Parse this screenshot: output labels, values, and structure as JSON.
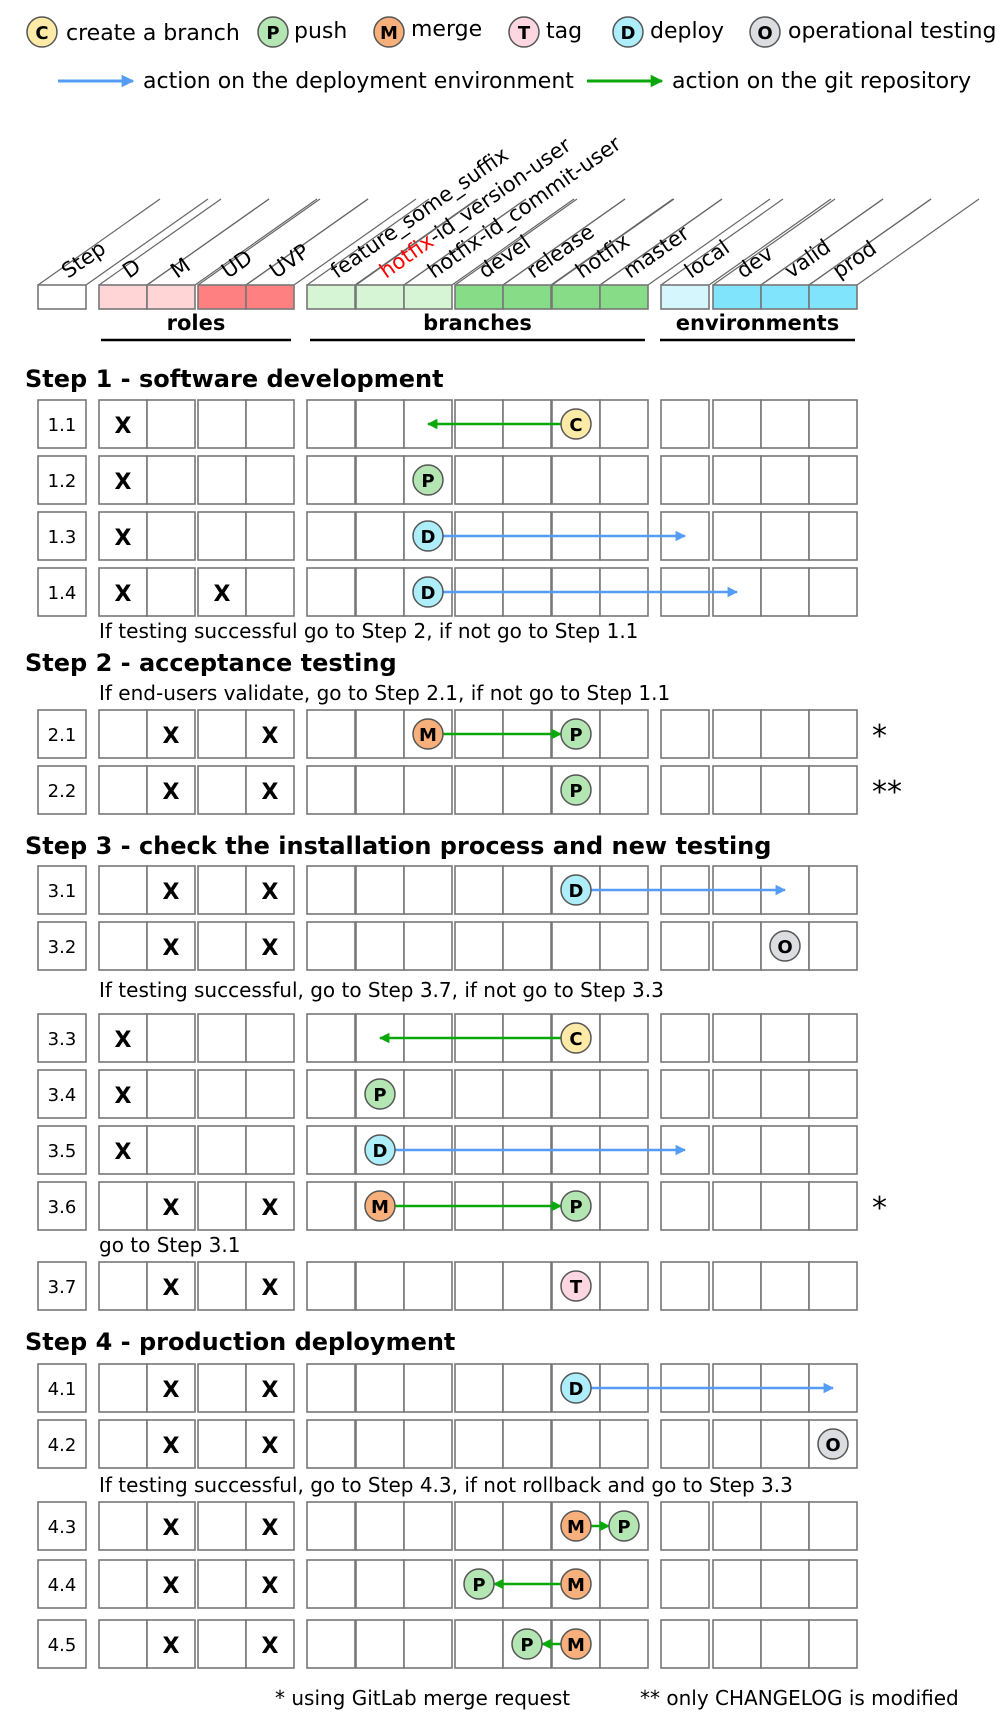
{
  "legend": {
    "badges": [
      {
        "letter": "C",
        "label": "create a branch",
        "kind": "create"
      },
      {
        "letter": "P",
        "label": "push",
        "kind": "push"
      },
      {
        "letter": "M",
        "label": "merge",
        "kind": "merge"
      },
      {
        "letter": "T",
        "label": "tag",
        "kind": "tag"
      },
      {
        "letter": "D",
        "label": "deploy",
        "kind": "deploy"
      },
      {
        "letter": "O",
        "label": "operational testing",
        "kind": "optest"
      }
    ],
    "arrows": [
      {
        "kind": "deploy",
        "label": "action on the deployment environment"
      },
      {
        "kind": "git",
        "label": "action on the git repository"
      }
    ]
  },
  "colors": {
    "create": "#fdeaa7",
    "push": "#b3e6b3",
    "merge": "#f7b07c",
    "tag": "#fcd6e0",
    "deploy": "#aeeefb",
    "optest": "#dcdde0",
    "deploy_arrow": "#559cf5",
    "git_arrow": "#0aa80a",
    "role_dev": "#ffd5d5",
    "role_user": "#ff8080",
    "branch_work": "#d5f5d5",
    "branch_main": "#87dd87",
    "env_local": "#d5f6fc",
    "env_server": "#80e5fc"
  },
  "header": {
    "step_label": "Step",
    "roles": [
      "D",
      "M",
      "UD",
      "UVP"
    ],
    "branches": [
      {
        "label": "feature_some_suffix"
      },
      {
        "label_red": "hotfix",
        "label_rest": "-id_version-user"
      },
      {
        "label": "hotfix-id_commit-user"
      },
      {
        "label": "devel"
      },
      {
        "label": "release"
      },
      {
        "label": "hotfix"
      },
      {
        "label": "master"
      }
    ],
    "environments": [
      "local",
      "dev",
      "valid",
      "prod"
    ],
    "groups": {
      "roles": "roles",
      "branches": "branches",
      "environments": "environments"
    }
  },
  "steps": [
    {
      "title": "Step 1 - software development"
    },
    {
      "title": "Step 2 - acceptance testing"
    },
    {
      "title": "Step 3 - check the installation process and new testing"
    },
    {
      "title": "Step 4 - production deployment"
    }
  ],
  "notes": {
    "after_1_4": "If testing successful go to Step 2, if not go to Step 1.1",
    "before_2_1": "If end-users validate, go to Step 2.1, if not go to Step 1.1",
    "after_3_2": "If testing successful, go to Step 3.7, if not go to Step 3.3",
    "after_3_6": "go to Step 3.1",
    "after_4_2": "If testing successful, go to Step 4.3, if not rollback and go to Step 3.3"
  },
  "rows": [
    {
      "id": "1.1",
      "roles": [
        "X",
        "",
        "",
        ""
      ],
      "badges": [
        {
          "col": 10,
          "letter": "C",
          "kind": "create"
        }
      ],
      "arrow": {
        "kind": "git",
        "from": 10,
        "to": 7
      },
      "star": ""
    },
    {
      "id": "1.2",
      "roles": [
        "X",
        "",
        "",
        ""
      ],
      "badges": [
        {
          "col": 7,
          "letter": "P",
          "kind": "push"
        }
      ],
      "arrow": null,
      "star": ""
    },
    {
      "id": "1.3",
      "roles": [
        "X",
        "",
        "",
        ""
      ],
      "badges": [
        {
          "col": 7,
          "letter": "D",
          "kind": "deploy"
        }
      ],
      "arrow": {
        "kind": "deploy",
        "from": 7,
        "to": 12
      },
      "star": ""
    },
    {
      "id": "1.4",
      "roles": [
        "X",
        "",
        "X",
        ""
      ],
      "badges": [
        {
          "col": 7,
          "letter": "D",
          "kind": "deploy"
        }
      ],
      "arrow": {
        "kind": "deploy",
        "from": 7,
        "to": 13
      },
      "star": ""
    },
    {
      "id": "2.1",
      "roles": [
        "",
        "X",
        "",
        "X"
      ],
      "badges": [
        {
          "col": 7,
          "letter": "M",
          "kind": "merge"
        },
        {
          "col": 10,
          "letter": "P",
          "kind": "push"
        }
      ],
      "arrow": {
        "kind": "git",
        "from": 7,
        "to": 10
      },
      "star": "*"
    },
    {
      "id": "2.2",
      "roles": [
        "",
        "X",
        "",
        "X"
      ],
      "badges": [
        {
          "col": 10,
          "letter": "P",
          "kind": "push"
        }
      ],
      "arrow": null,
      "star": "**"
    },
    {
      "id": "3.1",
      "roles": [
        "",
        "X",
        "",
        "X"
      ],
      "badges": [
        {
          "col": 10,
          "letter": "D",
          "kind": "deploy"
        }
      ],
      "arrow": {
        "kind": "deploy",
        "from": 10,
        "to": 14
      },
      "star": ""
    },
    {
      "id": "3.2",
      "roles": [
        "",
        "X",
        "",
        "X"
      ],
      "badges": [
        {
          "col": 14,
          "letter": "O",
          "kind": "optest"
        }
      ],
      "arrow": null,
      "star": ""
    },
    {
      "id": "3.3",
      "roles": [
        "X",
        "",
        "",
        ""
      ],
      "badges": [
        {
          "col": 10,
          "letter": "C",
          "kind": "create"
        }
      ],
      "arrow": {
        "kind": "git",
        "from": 10,
        "to": 6
      },
      "star": ""
    },
    {
      "id": "3.4",
      "roles": [
        "X",
        "",
        "",
        ""
      ],
      "badges": [
        {
          "col": 6,
          "letter": "P",
          "kind": "push"
        }
      ],
      "arrow": null,
      "star": ""
    },
    {
      "id": "3.5",
      "roles": [
        "X",
        "",
        "",
        ""
      ],
      "badges": [
        {
          "col": 6,
          "letter": "D",
          "kind": "deploy"
        }
      ],
      "arrow": {
        "kind": "deploy",
        "from": 6,
        "to": 12
      },
      "star": ""
    },
    {
      "id": "3.6",
      "roles": [
        "",
        "X",
        "",
        "X"
      ],
      "badges": [
        {
          "col": 6,
          "letter": "M",
          "kind": "merge"
        },
        {
          "col": 10,
          "letter": "P",
          "kind": "push"
        }
      ],
      "arrow": {
        "kind": "git",
        "from": 6,
        "to": 10
      },
      "star": "*"
    },
    {
      "id": "3.7",
      "roles": [
        "",
        "X",
        "",
        "X"
      ],
      "badges": [
        {
          "col": 10,
          "letter": "T",
          "kind": "tag"
        }
      ],
      "arrow": null,
      "star": ""
    },
    {
      "id": "4.1",
      "roles": [
        "",
        "X",
        "",
        "X"
      ],
      "badges": [
        {
          "col": 10,
          "letter": "D",
          "kind": "deploy"
        }
      ],
      "arrow": {
        "kind": "deploy",
        "from": 10,
        "to": 15
      },
      "star": ""
    },
    {
      "id": "4.2",
      "roles": [
        "",
        "X",
        "",
        "X"
      ],
      "badges": [
        {
          "col": 15,
          "letter": "O",
          "kind": "optest"
        }
      ],
      "arrow": null,
      "star": ""
    },
    {
      "id": "4.3",
      "roles": [
        "",
        "X",
        "",
        "X"
      ],
      "badges": [
        {
          "col": 10,
          "letter": "M",
          "kind": "merge"
        },
        {
          "col": 11,
          "letter": "P",
          "kind": "push"
        }
      ],
      "arrow": {
        "kind": "git",
        "from": 10,
        "to": 11
      },
      "star": ""
    },
    {
      "id": "4.4",
      "roles": [
        "",
        "X",
        "",
        "X"
      ],
      "badges": [
        {
          "col": 10,
          "letter": "M",
          "kind": "merge"
        },
        {
          "col": 8,
          "letter": "P",
          "kind": "push"
        }
      ],
      "arrow": {
        "kind": "git",
        "from": 10,
        "to": 8
      },
      "star": ""
    },
    {
      "id": "4.5",
      "roles": [
        "",
        "X",
        "",
        "X"
      ],
      "badges": [
        {
          "col": 10,
          "letter": "M",
          "kind": "merge"
        },
        {
          "col": 9,
          "letter": "P",
          "kind": "push"
        }
      ],
      "arrow": {
        "kind": "git",
        "from": 10,
        "to": 9
      },
      "star": ""
    }
  ],
  "footnotes": {
    "single": "* using GitLab merge request",
    "double": "** only CHANGELOG is modified"
  }
}
